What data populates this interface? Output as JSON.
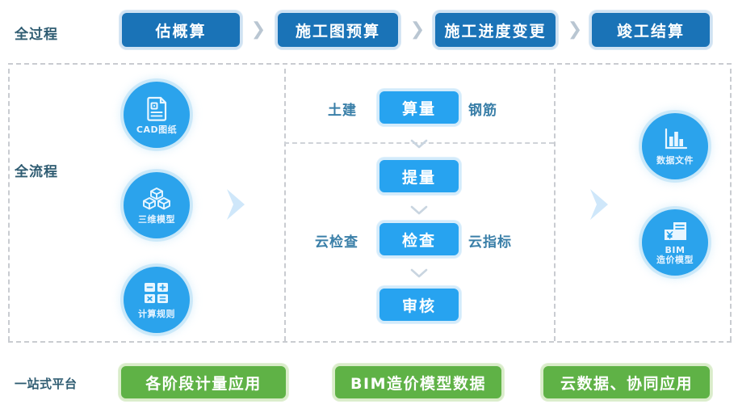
{
  "rows": {
    "process": {
      "label": "全过程"
    },
    "workflow": {
      "label": "全流程"
    },
    "platform": {
      "label": "一站式平台"
    }
  },
  "stages": [
    {
      "label": "估概算"
    },
    {
      "label": "施工图预算"
    },
    {
      "label": "施工进度变更"
    },
    {
      "label": "竣工结算"
    }
  ],
  "stage_separator": "❯",
  "inputs": [
    {
      "caption": "CAD图纸",
      "icon": "cad-drawing-icon"
    },
    {
      "caption": "三维模型",
      "icon": "three-d-model-icon"
    },
    {
      "caption": "计算规则",
      "icon": "calculation-rule-icon"
    }
  ],
  "outputs": [
    {
      "caption": "数据文件",
      "caption2": "",
      "icon": "data-file-icon"
    },
    {
      "caption": "BIM",
      "caption2": "造价模型",
      "icon": "bim-cost-model-icon"
    }
  ],
  "flow": {
    "steps": [
      {
        "label": "算量",
        "left": "土建",
        "right": "钢筋"
      },
      {
        "label": "提量",
        "left": "",
        "right": ""
      },
      {
        "label": "检查",
        "left": "云检查",
        "right": "云指标"
      },
      {
        "label": "审核",
        "left": "",
        "right": ""
      }
    ]
  },
  "platform_items": [
    {
      "label": "各阶段计量应用"
    },
    {
      "label": "BIM造价模型数据"
    },
    {
      "label": "云数据、协同应用"
    }
  ],
  "colors": {
    "stage_blue": "#1a73b7",
    "flow_blue": "#27a3f0",
    "circle_blue": "#2ba3ec",
    "platform_green": "#5fb246",
    "label_text": "#2f5c72",
    "side_label_text": "#3a7fa8",
    "dash_gray": "#c9ccd1",
    "arrow_light_blue": "#cfe7fa"
  }
}
